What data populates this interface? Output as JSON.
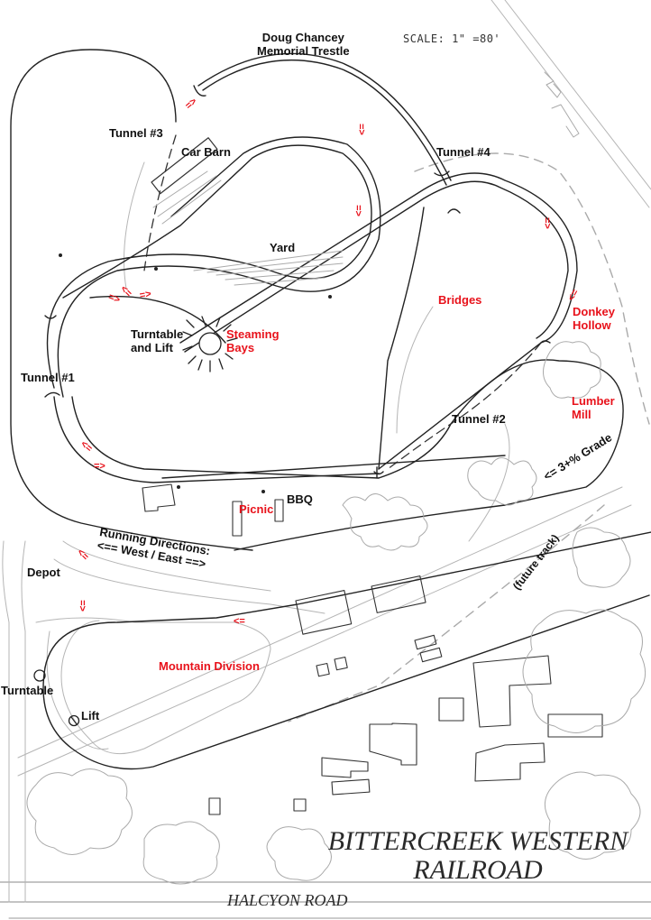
{
  "map": {
    "title_line1": "BITTERCREEK WESTERN",
    "title_line2": "RAILROAD",
    "scale": "SCALE: 1\" =80'",
    "road": "HALCYON ROAD",
    "colors": {
      "track": "#222222",
      "background_detail": "#aaaaaa",
      "label_red": "#e8121b",
      "label_black": "#111111"
    },
    "labels": {
      "trestle_line1": "Doug Chancey",
      "trestle_line2": "Memorial Trestle",
      "tunnel3": "Tunnel #3",
      "car_barn": "Car Barn",
      "tunnel4": "Tunnel #4",
      "yard": "Yard",
      "bridges": "Bridges",
      "donkey_hollow_line1": "Donkey",
      "donkey_hollow_line2": "Hollow",
      "turntable_lift_line1": "Turntable",
      "turntable_lift_line2": "and Lift",
      "steaming_bays_line1": "Steaming",
      "steaming_bays_line2": "Bays",
      "tunnel1": "Tunnel #1",
      "tunnel2": "Tunnel #2",
      "lumber_mill_line1": "Lumber",
      "lumber_mill_line2": "Mill",
      "grade": "<= 3+% Grade",
      "bbq": "BBQ",
      "picnic": "Picnic",
      "running_line1": "Running Directions:",
      "running_line2": "<== West / East ==>",
      "future_track": "(future track)",
      "depot": "Depot",
      "mountain_division": "Mountain Division",
      "turntable": "Turntable",
      "lift": "Lift"
    },
    "direction_arrows": {
      "east": "=>",
      "west": "<=",
      "north_up": "<=",
      "down": "=>"
    },
    "compass_icon": "north-arrow"
  }
}
